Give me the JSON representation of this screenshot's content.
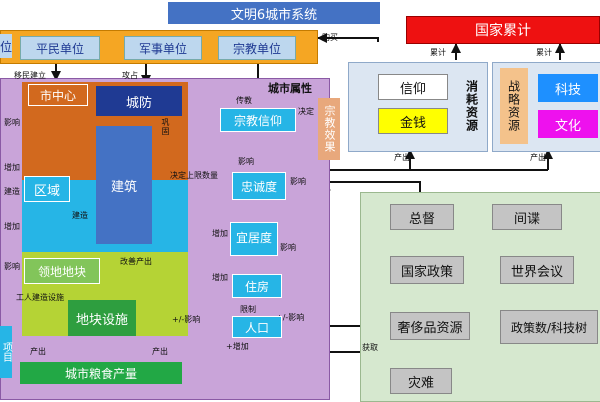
{
  "title": "文明6城市系统",
  "national": {
    "title": "国家累计"
  },
  "units": {
    "civilian": "平民单位",
    "military": "军事单位",
    "religious": "宗教单位",
    "left_cut": "位"
  },
  "city": {
    "attribute_label": "城市属性",
    "center": "市中心",
    "defense": "城防",
    "district": "区域",
    "building": "建筑",
    "plot": "领地地块",
    "improvement": "地块设施",
    "food": "城市粮食产量",
    "left_cut_bottom": "项目"
  },
  "city_stats": {
    "faith": "宗教信仰",
    "loyalty": "忠诚度",
    "amenity": "宜居度",
    "housing": "住房",
    "population": "人口",
    "religion_effect": "宗教效果"
  },
  "consume": {
    "faith": "信仰",
    "gold": "金钱",
    "label": "消耗资源"
  },
  "strategic": {
    "label": "战略资源",
    "science": "科技",
    "culture": "文化"
  },
  "empire": {
    "governor": "总督",
    "spy": "间谍",
    "policy": "国家政策",
    "congress": "世界会议",
    "luxury": "奢侈品资源",
    "policy_tech": "政策数/科技树",
    "disaster": "灾难"
  },
  "labels": {
    "buy": "购买",
    "accumulate": "累计",
    "produce": "产出",
    "settle": "移民建立",
    "attack": "攻占",
    "spread": "传教",
    "decide": "决定",
    "consolidate": "巩固",
    "influence": "影响",
    "add": "增加",
    "build": "建造",
    "building_cap": "决定上限数量",
    "improve_produce": "改善产出",
    "worker_build": "工人建造设施",
    "limit": "限制",
    "plus_minus_influence": "+/-影响",
    "plus_add": "+增加",
    "obtain": "获取"
  },
  "colors": {
    "title_bg": "#4472c4",
    "national_bg": "#ee1111",
    "units_bg": "#f5a623",
    "unit_box_bg": "#bdd7ee",
    "city_bg": "#c9a4d9",
    "center_bg": "#d2691e",
    "defense_bg": "#1f3a93",
    "district_bg": "#26b5e6",
    "plot_bg": "#b5d335",
    "improvement_bg": "#2e9e3f",
    "food_bg": "#22a845",
    "religion_effect_bg": "#e8a87c",
    "consume_bg": "#dce6f2",
    "gold_bg": "#ffff00",
    "strategic_bg": "#f4c28b",
    "science_bg": "#1e90ff",
    "culture_bg": "#ee11ee",
    "empire_bg": "#d6e8cf",
    "empire_box_bg": "#c4c4c4"
  }
}
